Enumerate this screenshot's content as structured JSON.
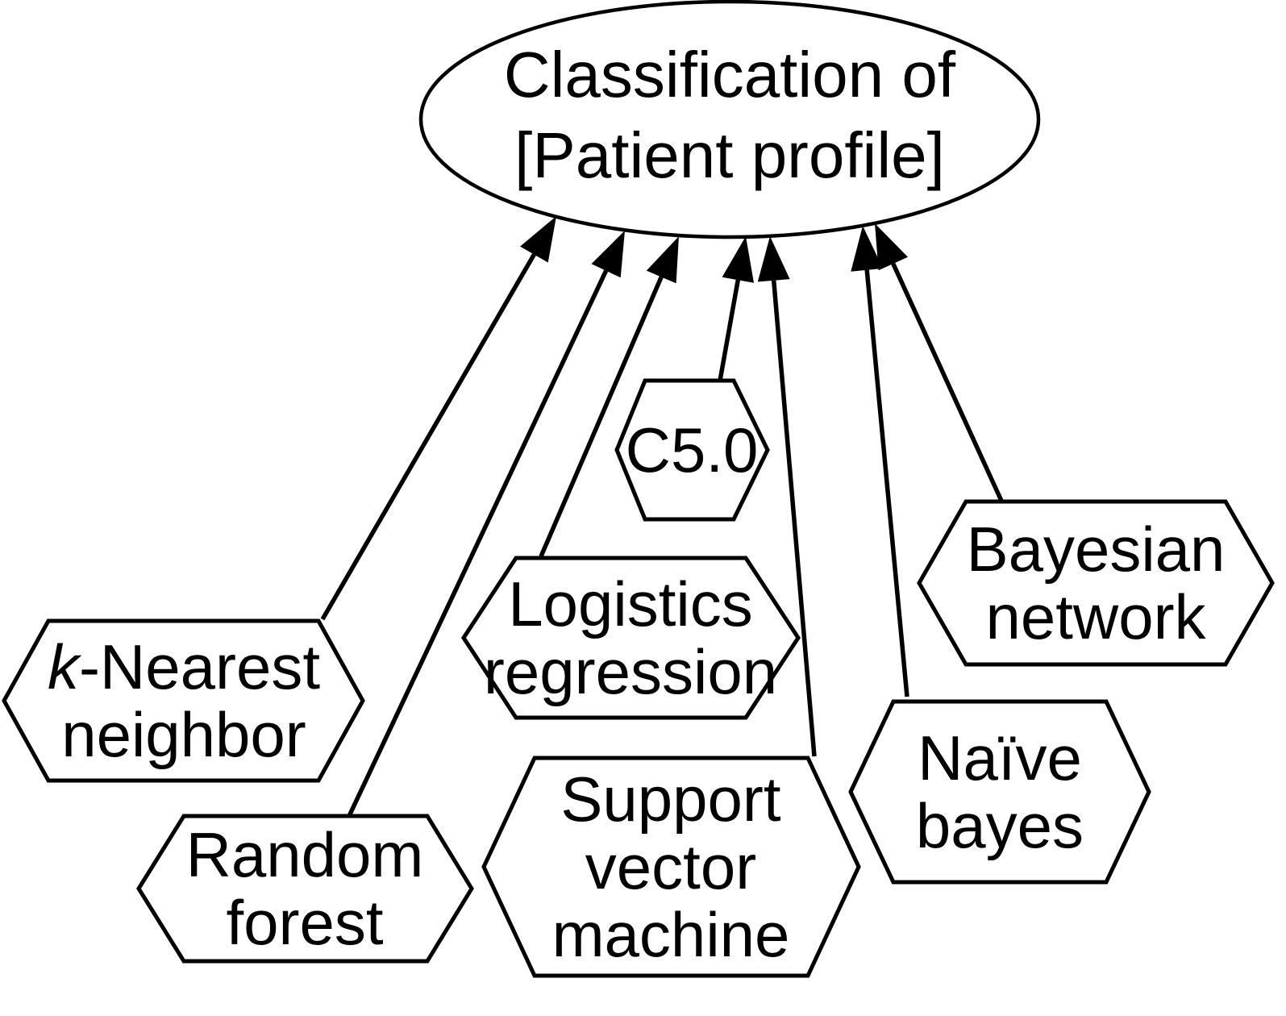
{
  "diagram": {
    "background_color": "#ffffff",
    "stroke_color": "#000000",
    "node_fill_color": "#ffffff",
    "root": {
      "line1": "Classification of",
      "line2": "[Patient profile]"
    },
    "nodes": {
      "knn": {
        "italic_prefix": "k",
        "line1_rest": "-Nearest",
        "line2": "neighbor"
      },
      "random_forest": {
        "line1": "Random",
        "line2": "forest"
      },
      "logistics_regression": {
        "line1": "Logistics",
        "line2": "regression"
      },
      "c50": {
        "line1": "C5.0"
      },
      "svm": {
        "line1": "Support",
        "line2": "vector",
        "line3": "machine"
      },
      "naive_bayes": {
        "line1": "Naïve",
        "line2": "bayes"
      },
      "bayesian_network": {
        "line1": "Bayesian",
        "line2": "network"
      }
    },
    "edges": [
      {
        "from": "k-Nearest neighbor",
        "to": "Classification of [Patient profile]"
      },
      {
        "from": "Random forest",
        "to": "Classification of [Patient profile]"
      },
      {
        "from": "Logistics regression",
        "to": "Classification of [Patient profile]"
      },
      {
        "from": "C5.0",
        "to": "Classification of [Patient profile]"
      },
      {
        "from": "Support vector machine",
        "to": "Classification of [Patient profile]"
      },
      {
        "from": "Naïve bayes",
        "to": "Classification of [Patient profile]"
      },
      {
        "from": "Bayesian network",
        "to": "Classification of [Patient profile]"
      }
    ]
  }
}
